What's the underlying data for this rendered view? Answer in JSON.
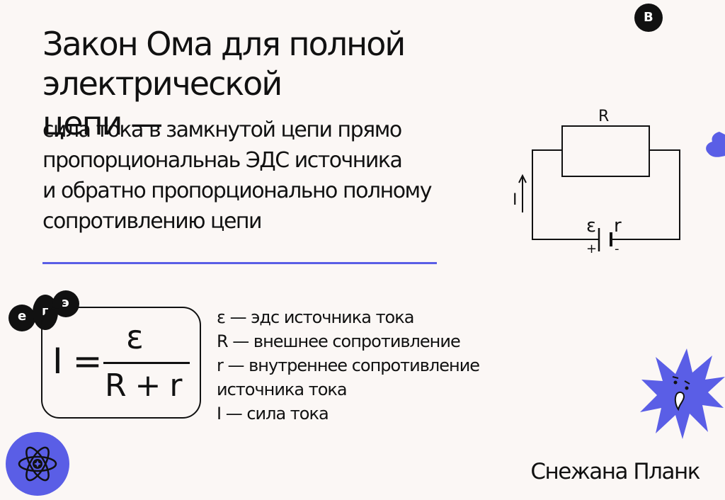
{
  "header": {
    "title_line1": "Закон Ома для полной электрической",
    "title_line2": "цепи —"
  },
  "definition": {
    "line1": "сила тока в замкнутой цепи прямо",
    "line2": "пропорциональнаь ЭДС источника",
    "line3": "и обратно пропорционально полному",
    "line4": "сопротивлению цепи"
  },
  "circuit": {
    "resistor_label": "R",
    "emf_label": "ε",
    "internal_resistance_label": "r",
    "current_label": "I",
    "plus": "+",
    "minus": "-"
  },
  "formula": {
    "lhs": "I =",
    "numerator": "ε",
    "denominator": "R + r"
  },
  "legend": {
    "line1": "ε — эдс источника тока",
    "line2": "R — внешнее сопротивление",
    "line3": "r — внутреннее сопротивление",
    "line4": "источника тока",
    "line5": "I — сила тока"
  },
  "badges": {
    "corner_badge": "В",
    "ege": [
      "е",
      "г",
      "э"
    ]
  },
  "author": {
    "name": "Снежана Планк"
  },
  "colors": {
    "accent": "#5a5ee6",
    "background": "#fbf7f5",
    "text": "#111111"
  },
  "icons": [
    "atom-icon",
    "spiky-star-face-icon",
    "blob-shape-icon"
  ]
}
